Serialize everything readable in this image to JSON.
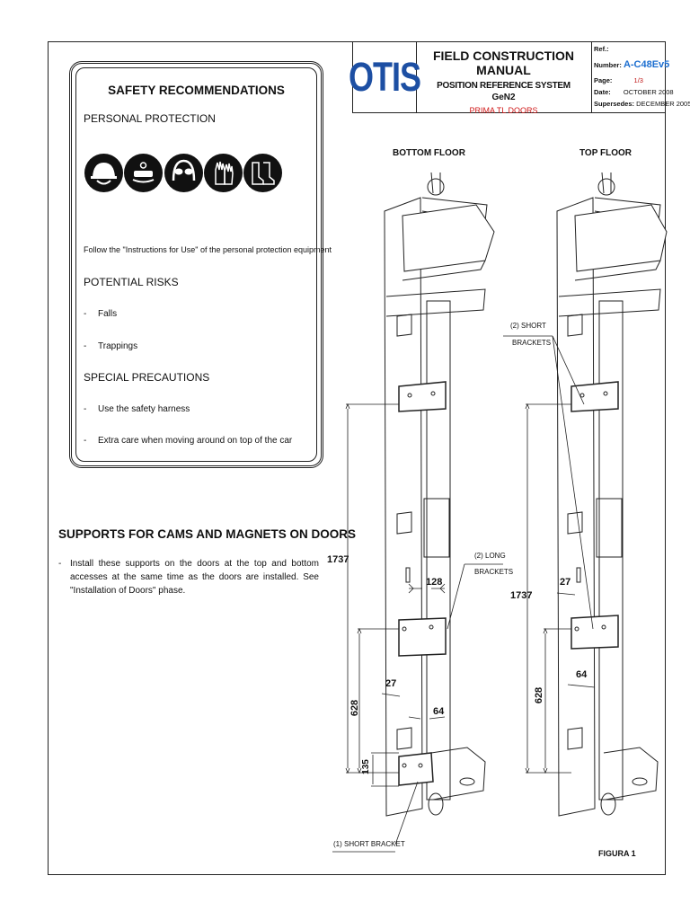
{
  "header": {
    "logo": "OTIS",
    "title": "FIELD CONSTRUCTION MANUAL",
    "subtitle": "POSITION REFERENCE SYSTEM",
    "model": "GeN2",
    "product": "PRIMA TL DOORS",
    "ref_label": "Ref.:",
    "number_label": "Number:",
    "number_value": "A-C48Ev5",
    "page_label": "Page:",
    "page_value": "1/3",
    "date_label": "Date:",
    "date_value": "OCTOBER 2008",
    "supersedes_label": "Supersedes:",
    "supersedes_value": "DECEMBER 2005"
  },
  "safety": {
    "title": "SAFETY RECOMMENDATIONS",
    "personal_protection": "PERSONAL PROTECTION",
    "icons": [
      "helmet-icon",
      "harness-icon",
      "goggles-icon",
      "gloves-icon",
      "boots-icon"
    ],
    "instructions": "Follow the \"Instructions for Use\" of the personal protection equipment",
    "potential_risks": "POTENTIAL RISKS",
    "risk_items": [
      "Falls",
      "Trappings"
    ],
    "special_precautions": "SPECIAL PRECAUTIONS",
    "precaution_items": [
      "Use the safety harness",
      "Extra care when moving around on top of the car"
    ]
  },
  "section": {
    "title": "SUPPORTS FOR CAMS AND MAGNETS ON DOORS",
    "dash": "-",
    "body": "Install these supports on the doors at the top and bottom accesses at the same time as the doors are installed. See \"Installation of Doors\" phase."
  },
  "figure": {
    "bottom_floor": "BOTTOM FLOOR",
    "top_floor": "TOP FLOOR",
    "short_brackets_2_a": "(2)  SHORT",
    "short_brackets_2_b": "BRACKETS",
    "long_brackets_2_a": "(2)  LONG",
    "long_brackets_2_b": "BRACKETS",
    "short_bracket_1": "(1)  SHORT BRACKET",
    "dims": {
      "left_1737": "1737",
      "left_128": "128",
      "left_628": "628",
      "left_27": "27",
      "left_64": "64",
      "left_135": "135",
      "right_1737": "1737",
      "right_27": "27",
      "right_64": "64",
      "right_628": "628"
    },
    "caption": "FIGURA 1"
  }
}
